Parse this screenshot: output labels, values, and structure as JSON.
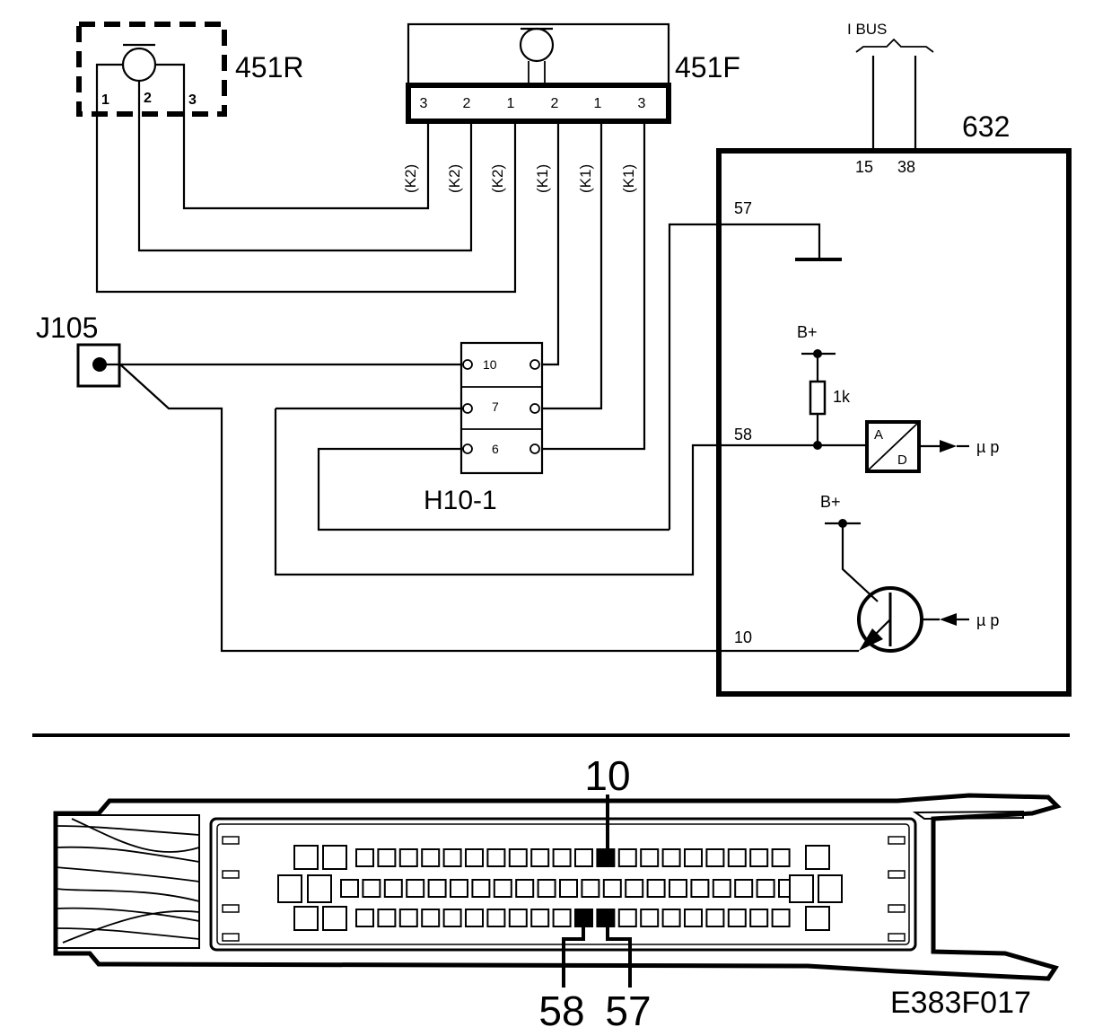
{
  "components": {
    "sensor_rear": {
      "label": "451R",
      "pins": [
        "1",
        "2",
        "3"
      ]
    },
    "sensor_front": {
      "label": "451F",
      "pins": [
        "3",
        "2",
        "1",
        "2",
        "1",
        "3"
      ]
    },
    "wire_codes": [
      "(K2)",
      "(K2)",
      "(K2)",
      "(K1)",
      "(K1)",
      "(K1)"
    ],
    "ibus": {
      "label": "I BUS",
      "pins": [
        "15",
        "38"
      ]
    },
    "control_module": {
      "label": "632",
      "pins": {
        "ground": "57",
        "analog": "58",
        "output": "10"
      },
      "supply_label": "B+",
      "resistor_label": "1k",
      "adc": {
        "in": "A",
        "out": "D"
      },
      "mp_label": "µ p"
    },
    "test_point": {
      "label": "J105"
    },
    "connector_h10": {
      "label": "H10-1",
      "pins": [
        "10",
        "7",
        "6"
      ]
    }
  },
  "plug_view": {
    "callouts": {
      "top": "10",
      "bottom_left": "58",
      "bottom_right": "57"
    },
    "figure_code": "E383F017"
  }
}
